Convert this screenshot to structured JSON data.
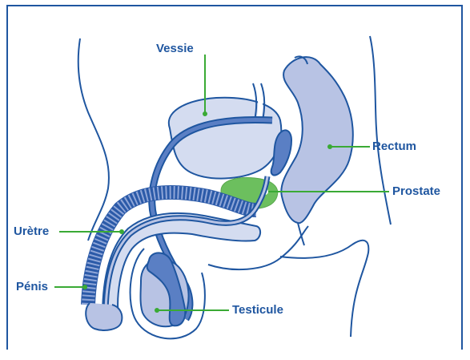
{
  "labels": {
    "vessie": "Vessie",
    "rectum": "Rectum",
    "prostate": "Prostate",
    "uretre": "Urètre",
    "penis": "Pénis",
    "testicule": "Testicule"
  },
  "colors": {
    "outline": "#1f56a0",
    "organ_fill": "#b8c3e4",
    "organ_light": "#d4dcf0",
    "urethra_fill": "#5a7fc4",
    "prostate_fill": "#6cbf5e",
    "leader_line": "#3aaa35",
    "border": "#1f56a0"
  }
}
